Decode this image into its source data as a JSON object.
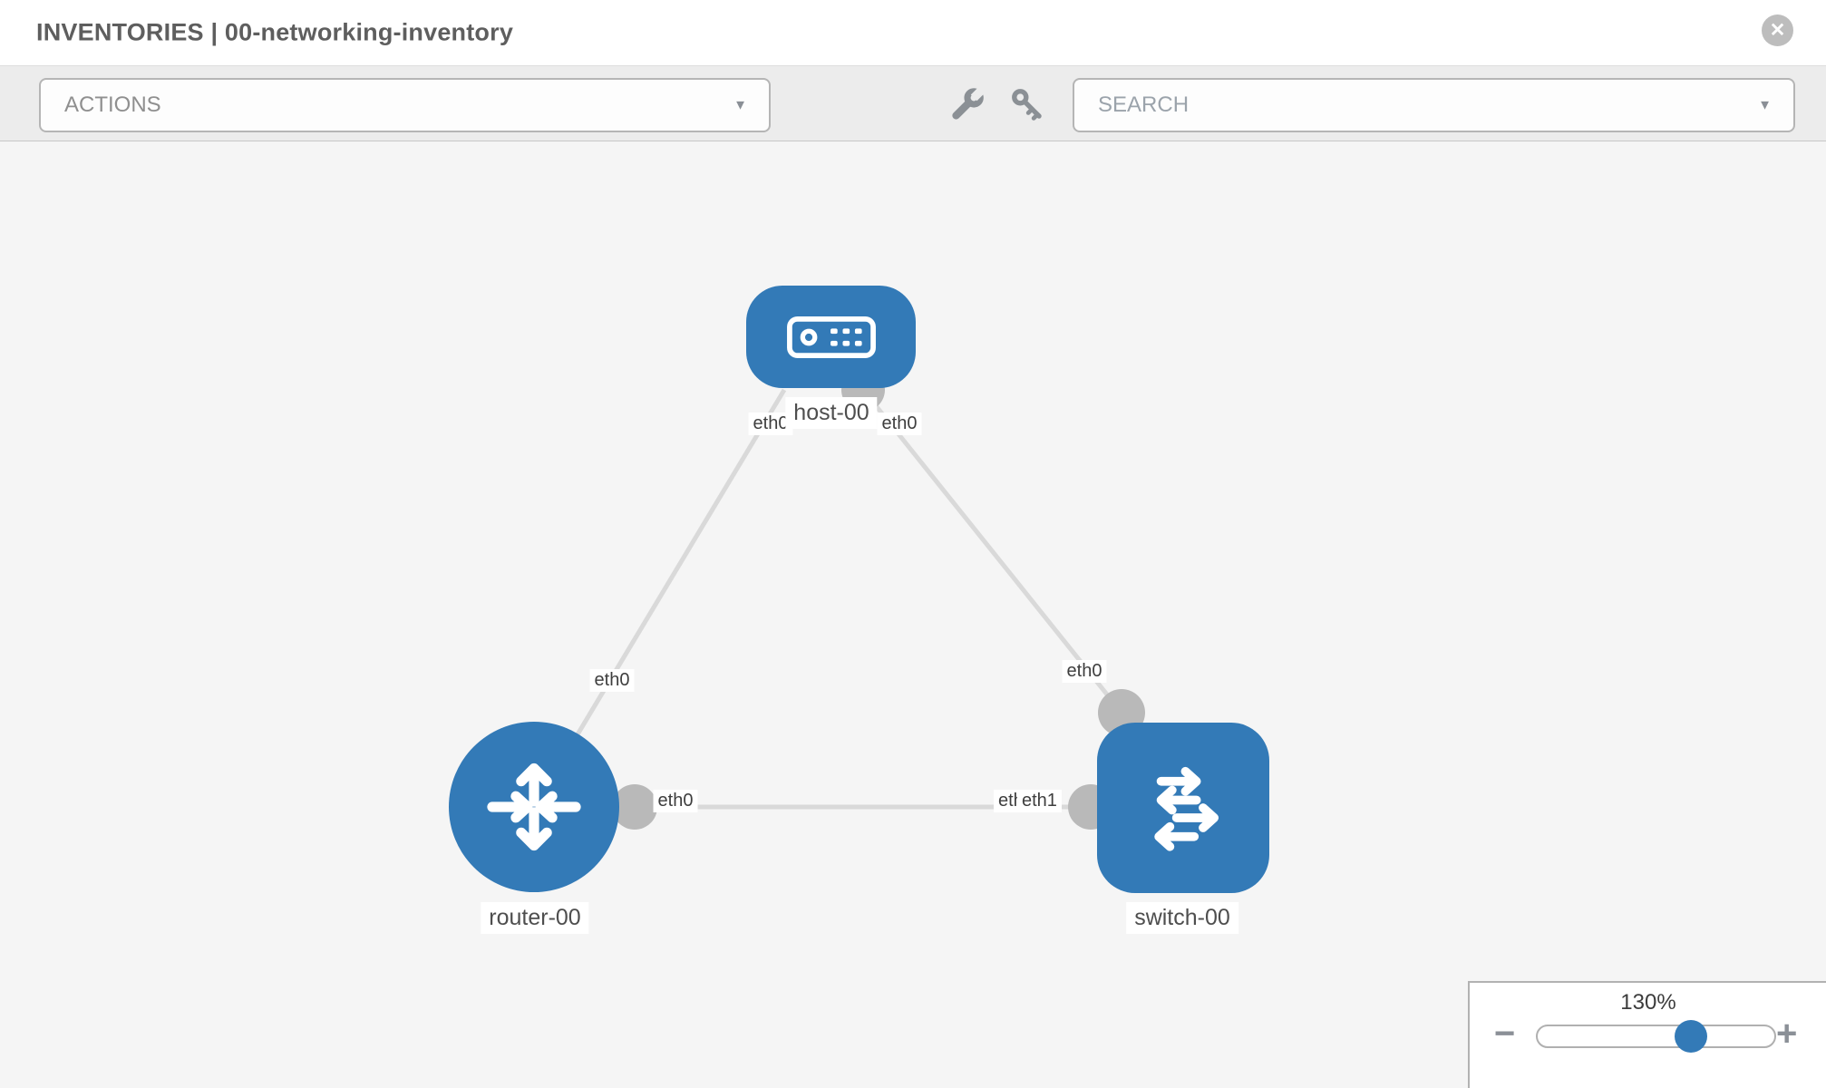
{
  "header": {
    "title": "INVENTORIES | 00-networking-inventory",
    "close_icon": "✕"
  },
  "toolbar": {
    "actions_label": "ACTIONS",
    "search_placeholder": "SEARCH",
    "dropdown_arrow": "▼"
  },
  "topology": {
    "nodes": [
      {
        "id": "host-00",
        "type": "host",
        "label": "host-00"
      },
      {
        "id": "router-00",
        "type": "router",
        "label": "router-00"
      },
      {
        "id": "switch-00",
        "type": "switch",
        "label": "switch-00"
      }
    ],
    "interfaces": {
      "host_left": "eth0",
      "host_right": "eth0",
      "edge_host_router": "eth0",
      "edge_host_switch": "eth0",
      "router_side": "eth0",
      "switch_side_hidden": "eth0",
      "switch_side": "eth1"
    },
    "edges": [
      {
        "from": "host-00",
        "to": "router-00",
        "from_if": "eth0",
        "to_if": "eth0"
      },
      {
        "from": "host-00",
        "to": "switch-00",
        "from_if": "eth0",
        "to_if": "eth0"
      },
      {
        "from": "router-00",
        "to": "switch-00",
        "from_if": "eth0",
        "to_if": "eth1"
      }
    ]
  },
  "zoom_control": {
    "value": "130%",
    "minus_icon": "−",
    "plus_icon": "+"
  },
  "colors": {
    "node_blue": "#337ab7",
    "port_gray": "#b9b9b9",
    "edge_gray": "#d9d9d9",
    "canvas_bg": "#f5f5f5"
  }
}
